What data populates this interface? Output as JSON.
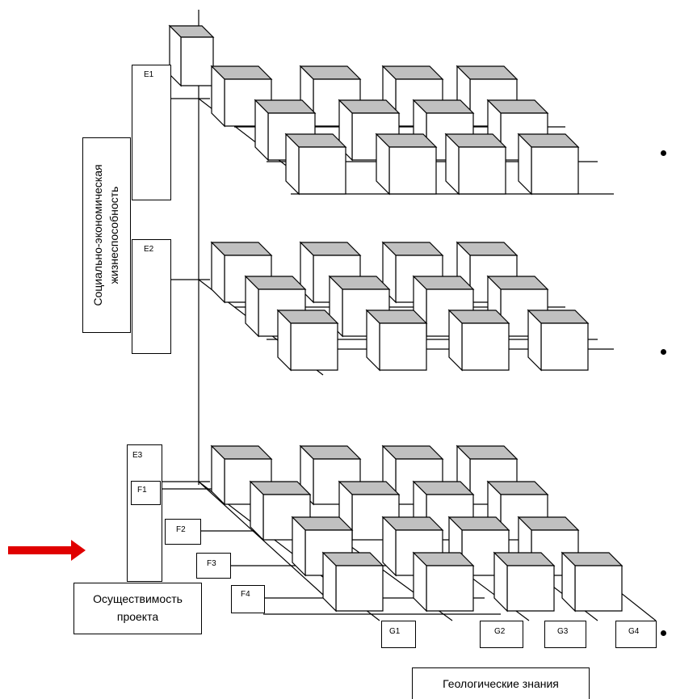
{
  "labels": {
    "e1": "E1",
    "e2": "E2",
    "e3": "E3",
    "f1": "F1",
    "f2": "F2",
    "f3": "F3",
    "f4": "F4",
    "g1": "G1",
    "g2": "G2",
    "g3": "G3",
    "g4": "G4"
  },
  "axis_titles": {
    "social_line1": "Социально-экономическая",
    "social_line2": "жизнеспособность",
    "feasibility_line1": "Осуществимость",
    "feasibility_line2": "проекта",
    "geology": "Геологические знания"
  },
  "colors": {
    "cube_top": "#c0c0c0",
    "line": "#000000",
    "arrow": "#e00000"
  }
}
